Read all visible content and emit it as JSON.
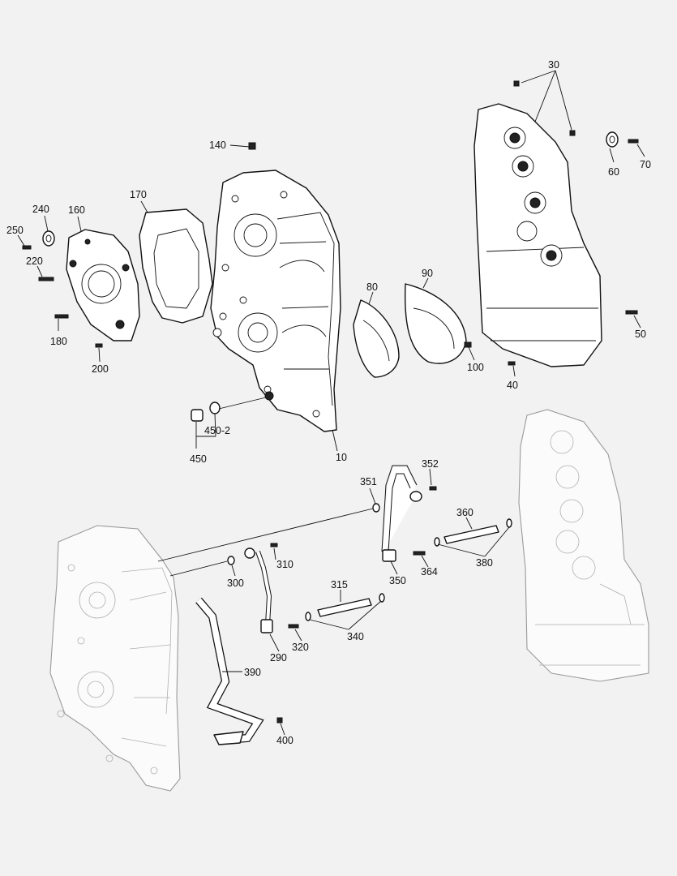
{
  "callouts": {
    "c30": "30",
    "c60": "60",
    "c70": "70",
    "c50": "50",
    "c40": "40",
    "c140": "140",
    "c170": "170",
    "c240": "240",
    "c160": "160",
    "c250": "250",
    "c220": "220",
    "c180": "180",
    "c200": "200",
    "c80": "80",
    "c90": "90",
    "c100": "100",
    "c10": "10",
    "c450_2": "450-2",
    "c450": "450",
    "c351": "351",
    "c352": "352",
    "c360": "360",
    "c380": "380",
    "c364": "364",
    "c350": "350",
    "c310": "310",
    "c300": "300",
    "c315": "315",
    "c340": "340",
    "c320": "320",
    "c290": "290",
    "c390": "390",
    "c400": "400"
  },
  "colors": {
    "background": "#f2f2f2",
    "ink": "#111111",
    "ghost": "#9a9a9a"
  }
}
